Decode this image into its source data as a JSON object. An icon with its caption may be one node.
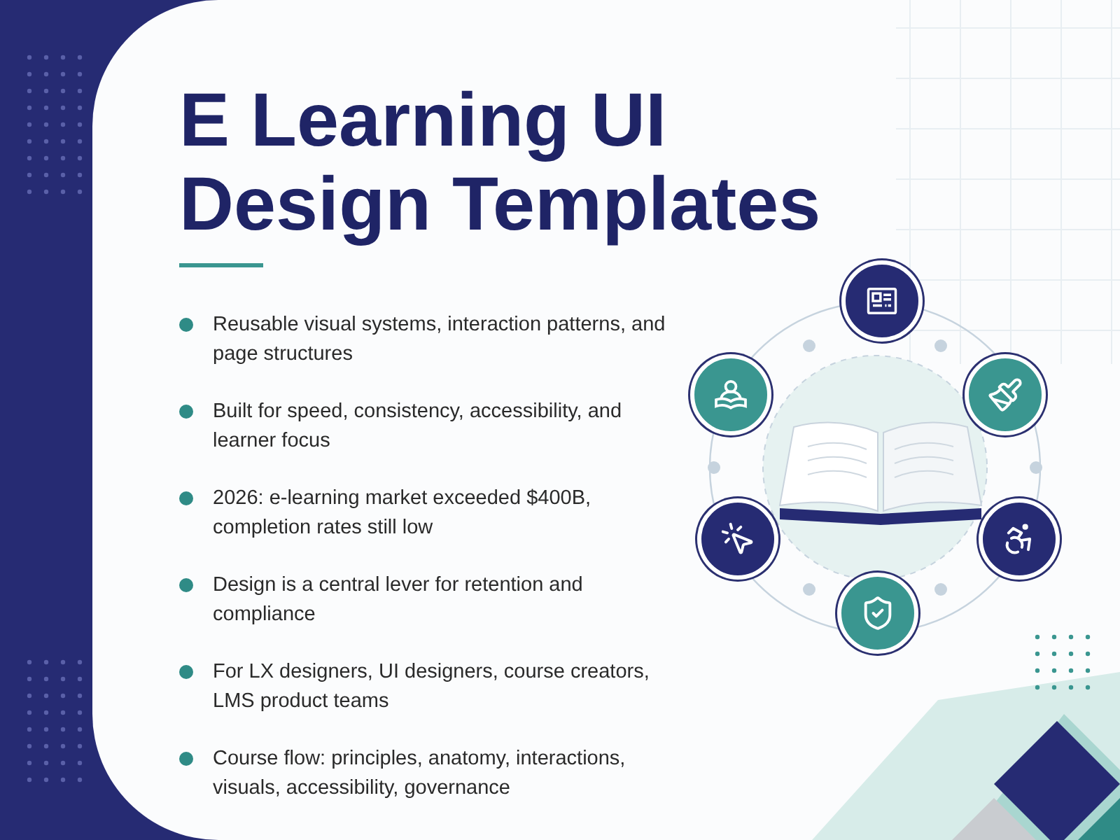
{
  "diagram": {
    "title": "E Learning UI Design Templates",
    "labels": [
      "Reusable visual systems, interaction patterns, and page structures",
      "Built for speed, consistency, accessibility, and learner focus",
      "2026: e-learning market exceeded $400B, completion rates still low",
      "Design is a central lever for retention and compliance",
      "For LX designers, UI designers, course creators, LMS product teams",
      "Course flow: principles, anatomy, interactions, visuals, accessibility, governance"
    ]
  }
}
